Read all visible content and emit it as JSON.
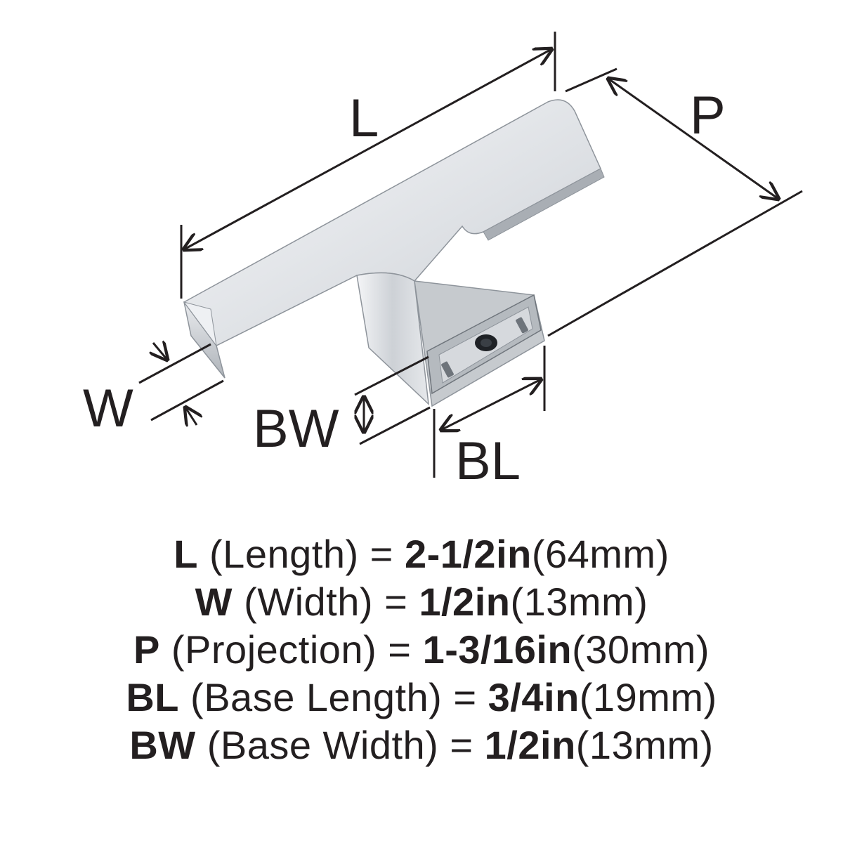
{
  "diagram": {
    "labels": {
      "L": "L",
      "P": "P",
      "W": "W",
      "BW": "BW",
      "BL": "BL"
    },
    "colors": {
      "ink": "#231f20",
      "metal_light": "#f2f3f5",
      "metal_mid": "#cfd3d8",
      "metal_dark": "#9aa0a7",
      "base_plate": "#b9bdc2"
    }
  },
  "specs": [
    {
      "key": "L",
      "desc": "(Length)",
      "eq": "=",
      "value": "2-1/2in",
      "metric": "(64mm)"
    },
    {
      "key": "W",
      "desc": "(Width)",
      "eq": "=",
      "value": "1/2in",
      "metric": "(13mm)"
    },
    {
      "key": "P",
      "desc": "(Projection)",
      "eq": "=",
      "value": "1-3/16in",
      "metric": "(30mm)"
    },
    {
      "key": "BL",
      "desc": "(Base Length)",
      "eq": "=",
      "value": "3/4in",
      "metric": "(19mm)"
    },
    {
      "key": "BW",
      "desc": "(Base Width)",
      "eq": "=",
      "value": "1/2in",
      "metric": "(13mm)"
    }
  ]
}
